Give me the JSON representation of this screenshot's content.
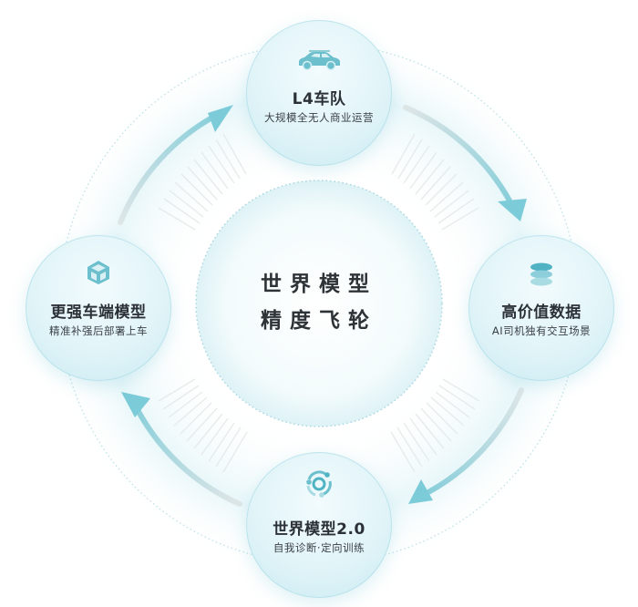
{
  "center": {
    "line1": "世界模型",
    "line2": "精度飞轮"
  },
  "nodes": [
    {
      "id": "top",
      "icon": "car-icon",
      "title": "L4车队",
      "subtitle": "大规模全无人商业运营"
    },
    {
      "id": "right",
      "icon": "database-stack-icon",
      "title": "高价值数据",
      "subtitle": "AI司机独有交互场景"
    },
    {
      "id": "bottom",
      "icon": "orbit-icon",
      "title": "世界模型2.0",
      "subtitle": "自我诊断·定向训练"
    },
    {
      "id": "left",
      "icon": "cube-icon",
      "title": "更强车端模型",
      "subtitle": "精准补强后部署上车"
    }
  ],
  "flow": [
    "L4车队",
    "高价值数据",
    "世界模型2.0",
    "更强车端模型",
    "L4车队"
  ],
  "colors": {
    "accent": "#7ccbd8",
    "accent_dark": "#4fb3c4",
    "arrow_tail": "#dfe6e7",
    "node_fill": "#e1f4f8",
    "text": "#2b3137"
  }
}
